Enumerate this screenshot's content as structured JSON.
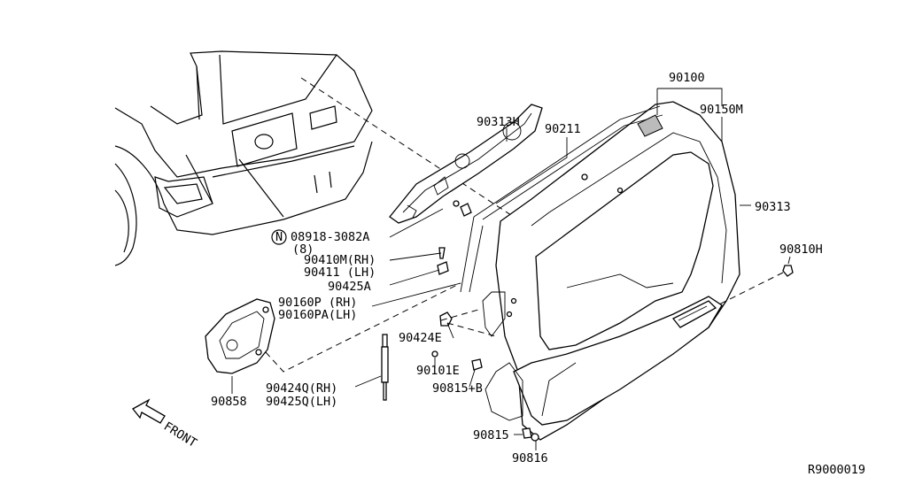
{
  "labels": {
    "p90100": "90100",
    "p90150m": "90150M",
    "p90313h": "90313H",
    "p90211": "90211",
    "p90313": "90313",
    "p90810h": "90810H",
    "p08918": "08918-3082A",
    "p08918_qty": "(8)",
    "n_symbol": "N",
    "p90410m": "90410M(RH)",
    "p90411": "90411 (LH)",
    "p90425a": "90425A",
    "p90160p": "90160P (RH)",
    "p90160pa": "90160PA(LH)",
    "p90424e": "90424E",
    "p90101e": "90101E",
    "p90815b": "90815+B",
    "p90424q": "90424Q(RH)",
    "p90425q": "90425Q(LH)",
    "p90858": "90858",
    "p90815": "90815",
    "p90816": "90816",
    "front": "FRONT",
    "ref": "R9000019"
  }
}
